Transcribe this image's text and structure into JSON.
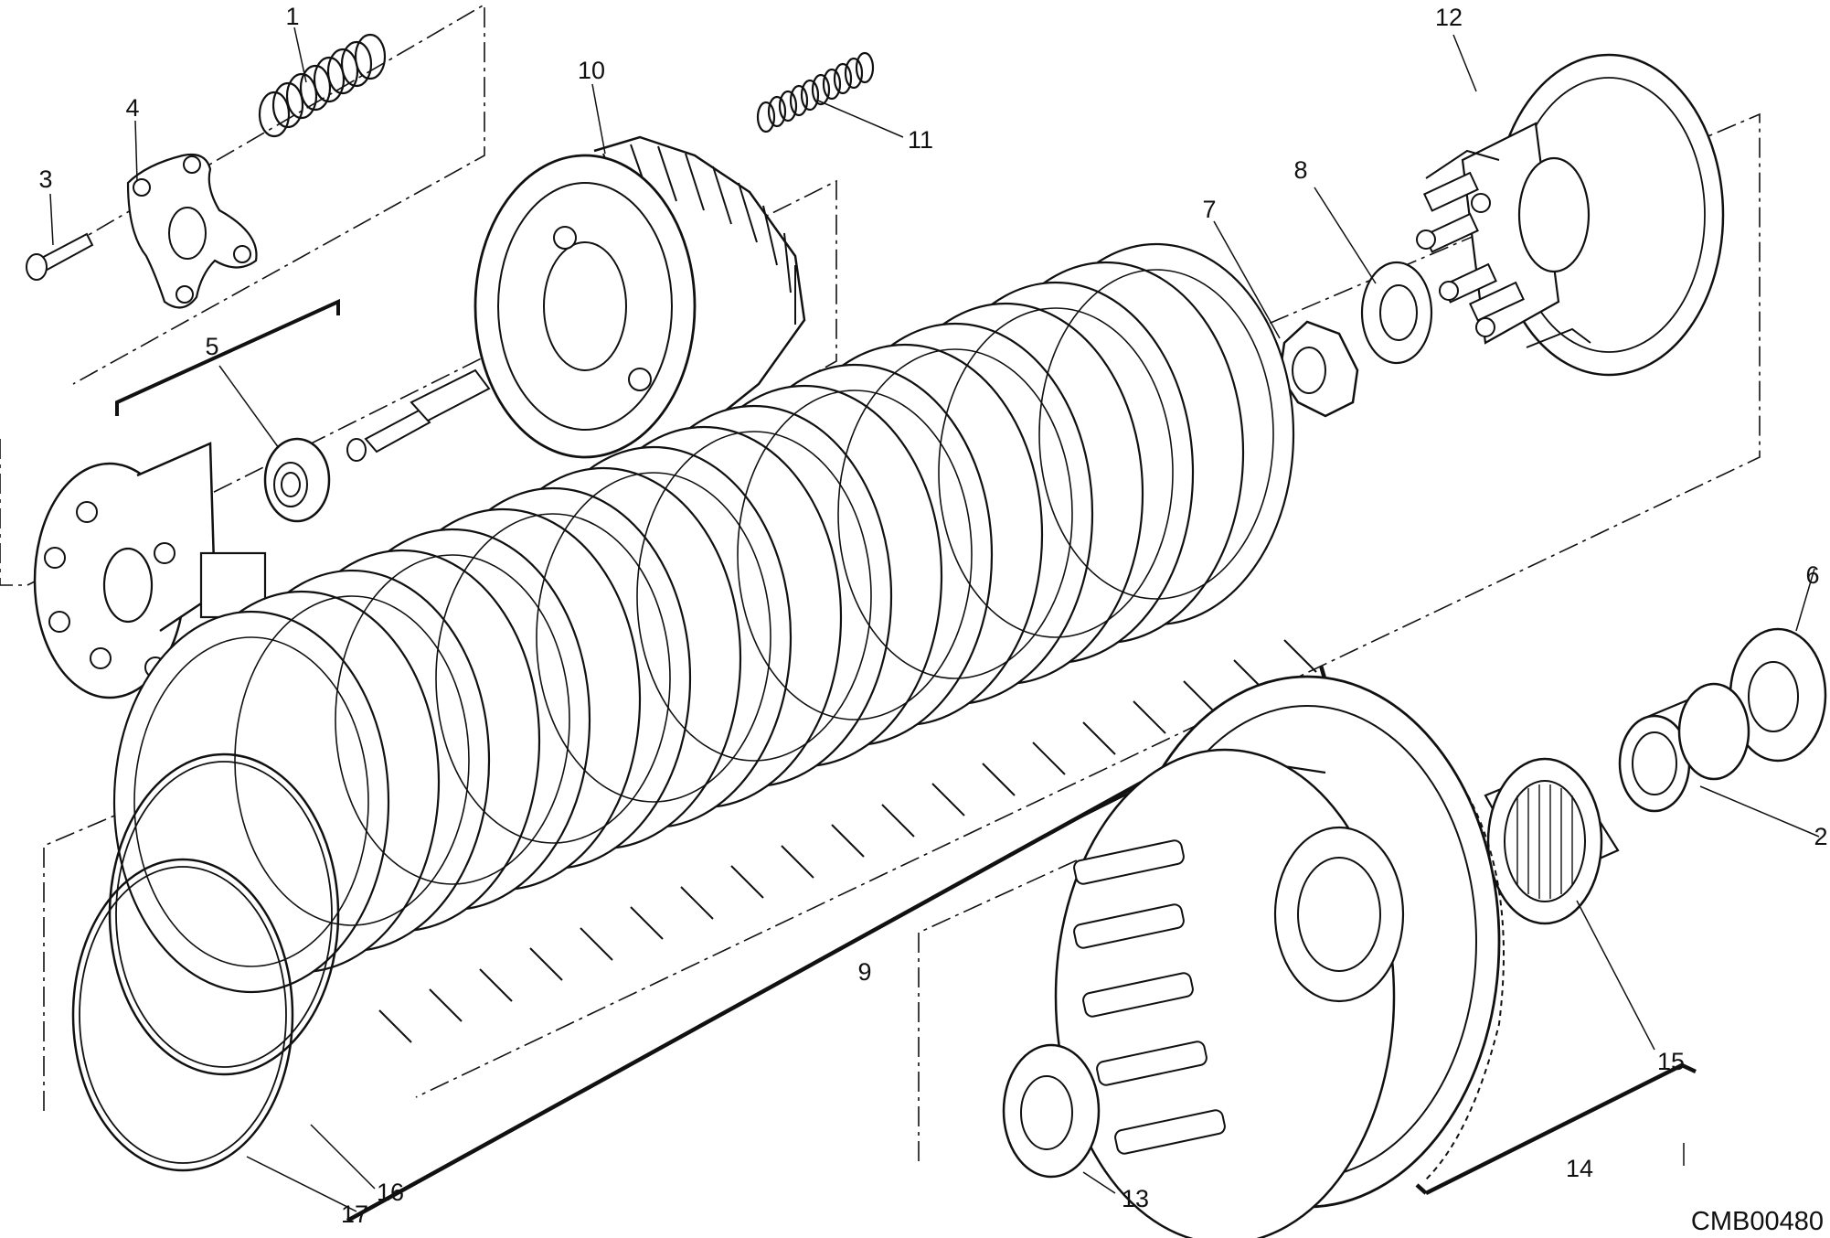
{
  "diagram": {
    "drawing_code": "CMB00480",
    "callouts": [
      {
        "id": "1",
        "text": "1"
      },
      {
        "id": "2",
        "text": "2"
      },
      {
        "id": "3",
        "text": "3"
      },
      {
        "id": "4",
        "text": "4"
      },
      {
        "id": "5",
        "text": "5"
      },
      {
        "id": "6",
        "text": "6"
      },
      {
        "id": "7",
        "text": "7"
      },
      {
        "id": "8",
        "text": "8"
      },
      {
        "id": "9",
        "text": "9"
      },
      {
        "id": "10",
        "text": "10"
      },
      {
        "id": "11",
        "text": "11"
      },
      {
        "id": "12",
        "text": "12"
      },
      {
        "id": "13",
        "text": "13"
      },
      {
        "id": "14",
        "text": "14"
      },
      {
        "id": "15",
        "text": "15"
      },
      {
        "id": "16",
        "text": "16"
      },
      {
        "id": "17",
        "text": "17"
      }
    ],
    "colors": {
      "ink": "#111111",
      "paper": "#ffffff"
    }
  }
}
